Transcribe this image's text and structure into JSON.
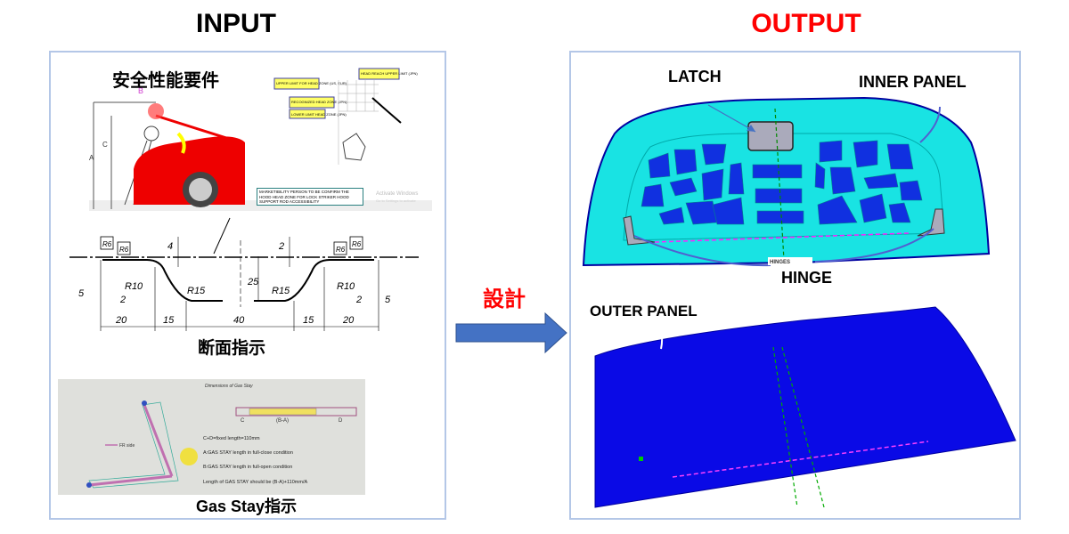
{
  "titles": {
    "input": "INPUT",
    "output": "OUTPUT",
    "process": "設計"
  },
  "colors": {
    "input_title": "#000000",
    "output_title": "#ff0000",
    "arrow": "#4472c4",
    "panel_border": "#b4c7e7",
    "inner_panel": "#19e3e3",
    "outer_panel": "#0a0ae6"
  },
  "input": {
    "safety": {
      "label": "安全性能要件",
      "chart_boxes": [
        "UPPER LIMIT FOR HEAD ZONE (US, EUR)",
        "RECOGNIZED HEAD ZONE (JPN)",
        "LOWER LIMIT HEAD ZONE (JPN)",
        "HEAD REACH UPPER LIMIT (JPN)"
      ],
      "note": "MARKETIBILITY PERSON TO BE CONFIRM THE HOOD HEAD ZONE FOR LOCK STRIKER HOOD SUPPORT ROD ACCESSIBILITY",
      "watermark": "Activate Windows",
      "watermark_sub": "Go to Settings to activate",
      "dims": [
        "B",
        "C",
        "A"
      ]
    },
    "section": {
      "label": "断面指示",
      "radii": [
        "R6",
        "R6",
        "R6",
        "R6",
        "R10",
        "R15",
        "R15",
        "R10"
      ],
      "dims_bottom": [
        "20",
        "15",
        "40",
        "15",
        "20"
      ],
      "dims_side": [
        "5",
        "2",
        "2",
        "5"
      ],
      "depths": [
        "4",
        "2",
        "25"
      ]
    },
    "gas_stay": {
      "label": "Gas Stay指示",
      "heading": "Dimensions of Gas Stay",
      "segments": [
        "C",
        "(B-A)",
        "D"
      ],
      "legend": "FR side",
      "lines": [
        "C+D=fixed length=110mm",
        "A:GAS STAY length in full-close condition",
        "B:GAS STAY length in full-open condition",
        "Length of GAS STAY should be (B-A)+110mm/A"
      ]
    }
  },
  "output": {
    "labels": {
      "latch": "LATCH",
      "inner_panel": "INNER PANEL",
      "hinge": "HINGE",
      "hinges_tag": "HINGES",
      "outer_panel": "OUTER PANEL"
    }
  }
}
